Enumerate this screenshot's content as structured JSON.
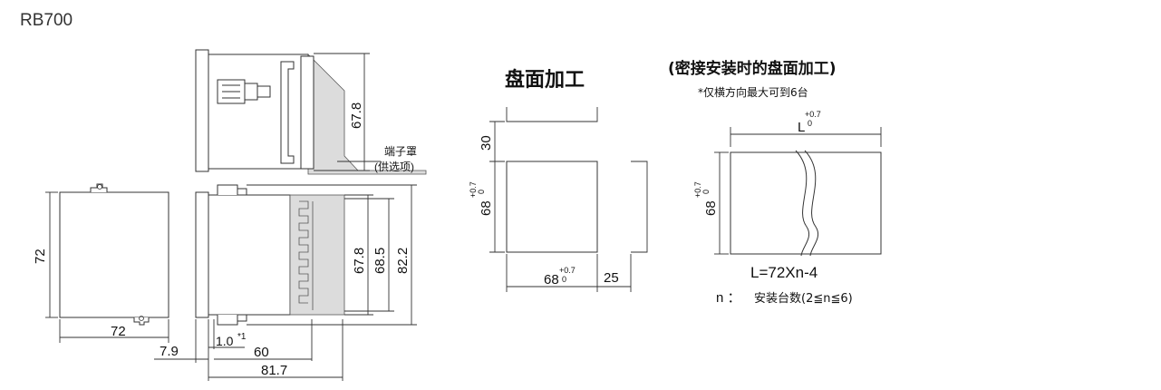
{
  "title": "RB700",
  "front_view": {
    "width_label": "72",
    "height_label": "72"
  },
  "side_top": {
    "height_label": "67.8",
    "cover_label_line1": "端子罩",
    "cover_label_line2": "(供选项)"
  },
  "side_bottom": {
    "dim_678": "67.8",
    "dim_685": "68.5",
    "dim_822": "82.2",
    "dim_10": "1.0",
    "dim_10_note": "*1",
    "dim_79": "7.9",
    "dim_60": "60",
    "dim_817": "81.7"
  },
  "panel_cutout": {
    "title": "盘面加工",
    "spacing_label": "30",
    "height_label": "68",
    "height_tol_upper": "+0.7",
    "height_tol_lower": "0",
    "width_label": "68",
    "width_tol_upper": "+0.7",
    "width_tol_lower": "0",
    "gap_label": "25"
  },
  "close_mount": {
    "title": "(密接安装时的盘面加工)",
    "note": "*仅横方向最大可到6台",
    "l_label": "L",
    "l_tol_upper": "+0.7",
    "l_tol_lower": "0",
    "height_label": "68",
    "height_tol_upper": "+0.7",
    "height_tol_lower": "0",
    "formula": "L=72Xn-4",
    "n_label": "n ：",
    "n_desc": "安装台数(2≦n≦6)"
  }
}
